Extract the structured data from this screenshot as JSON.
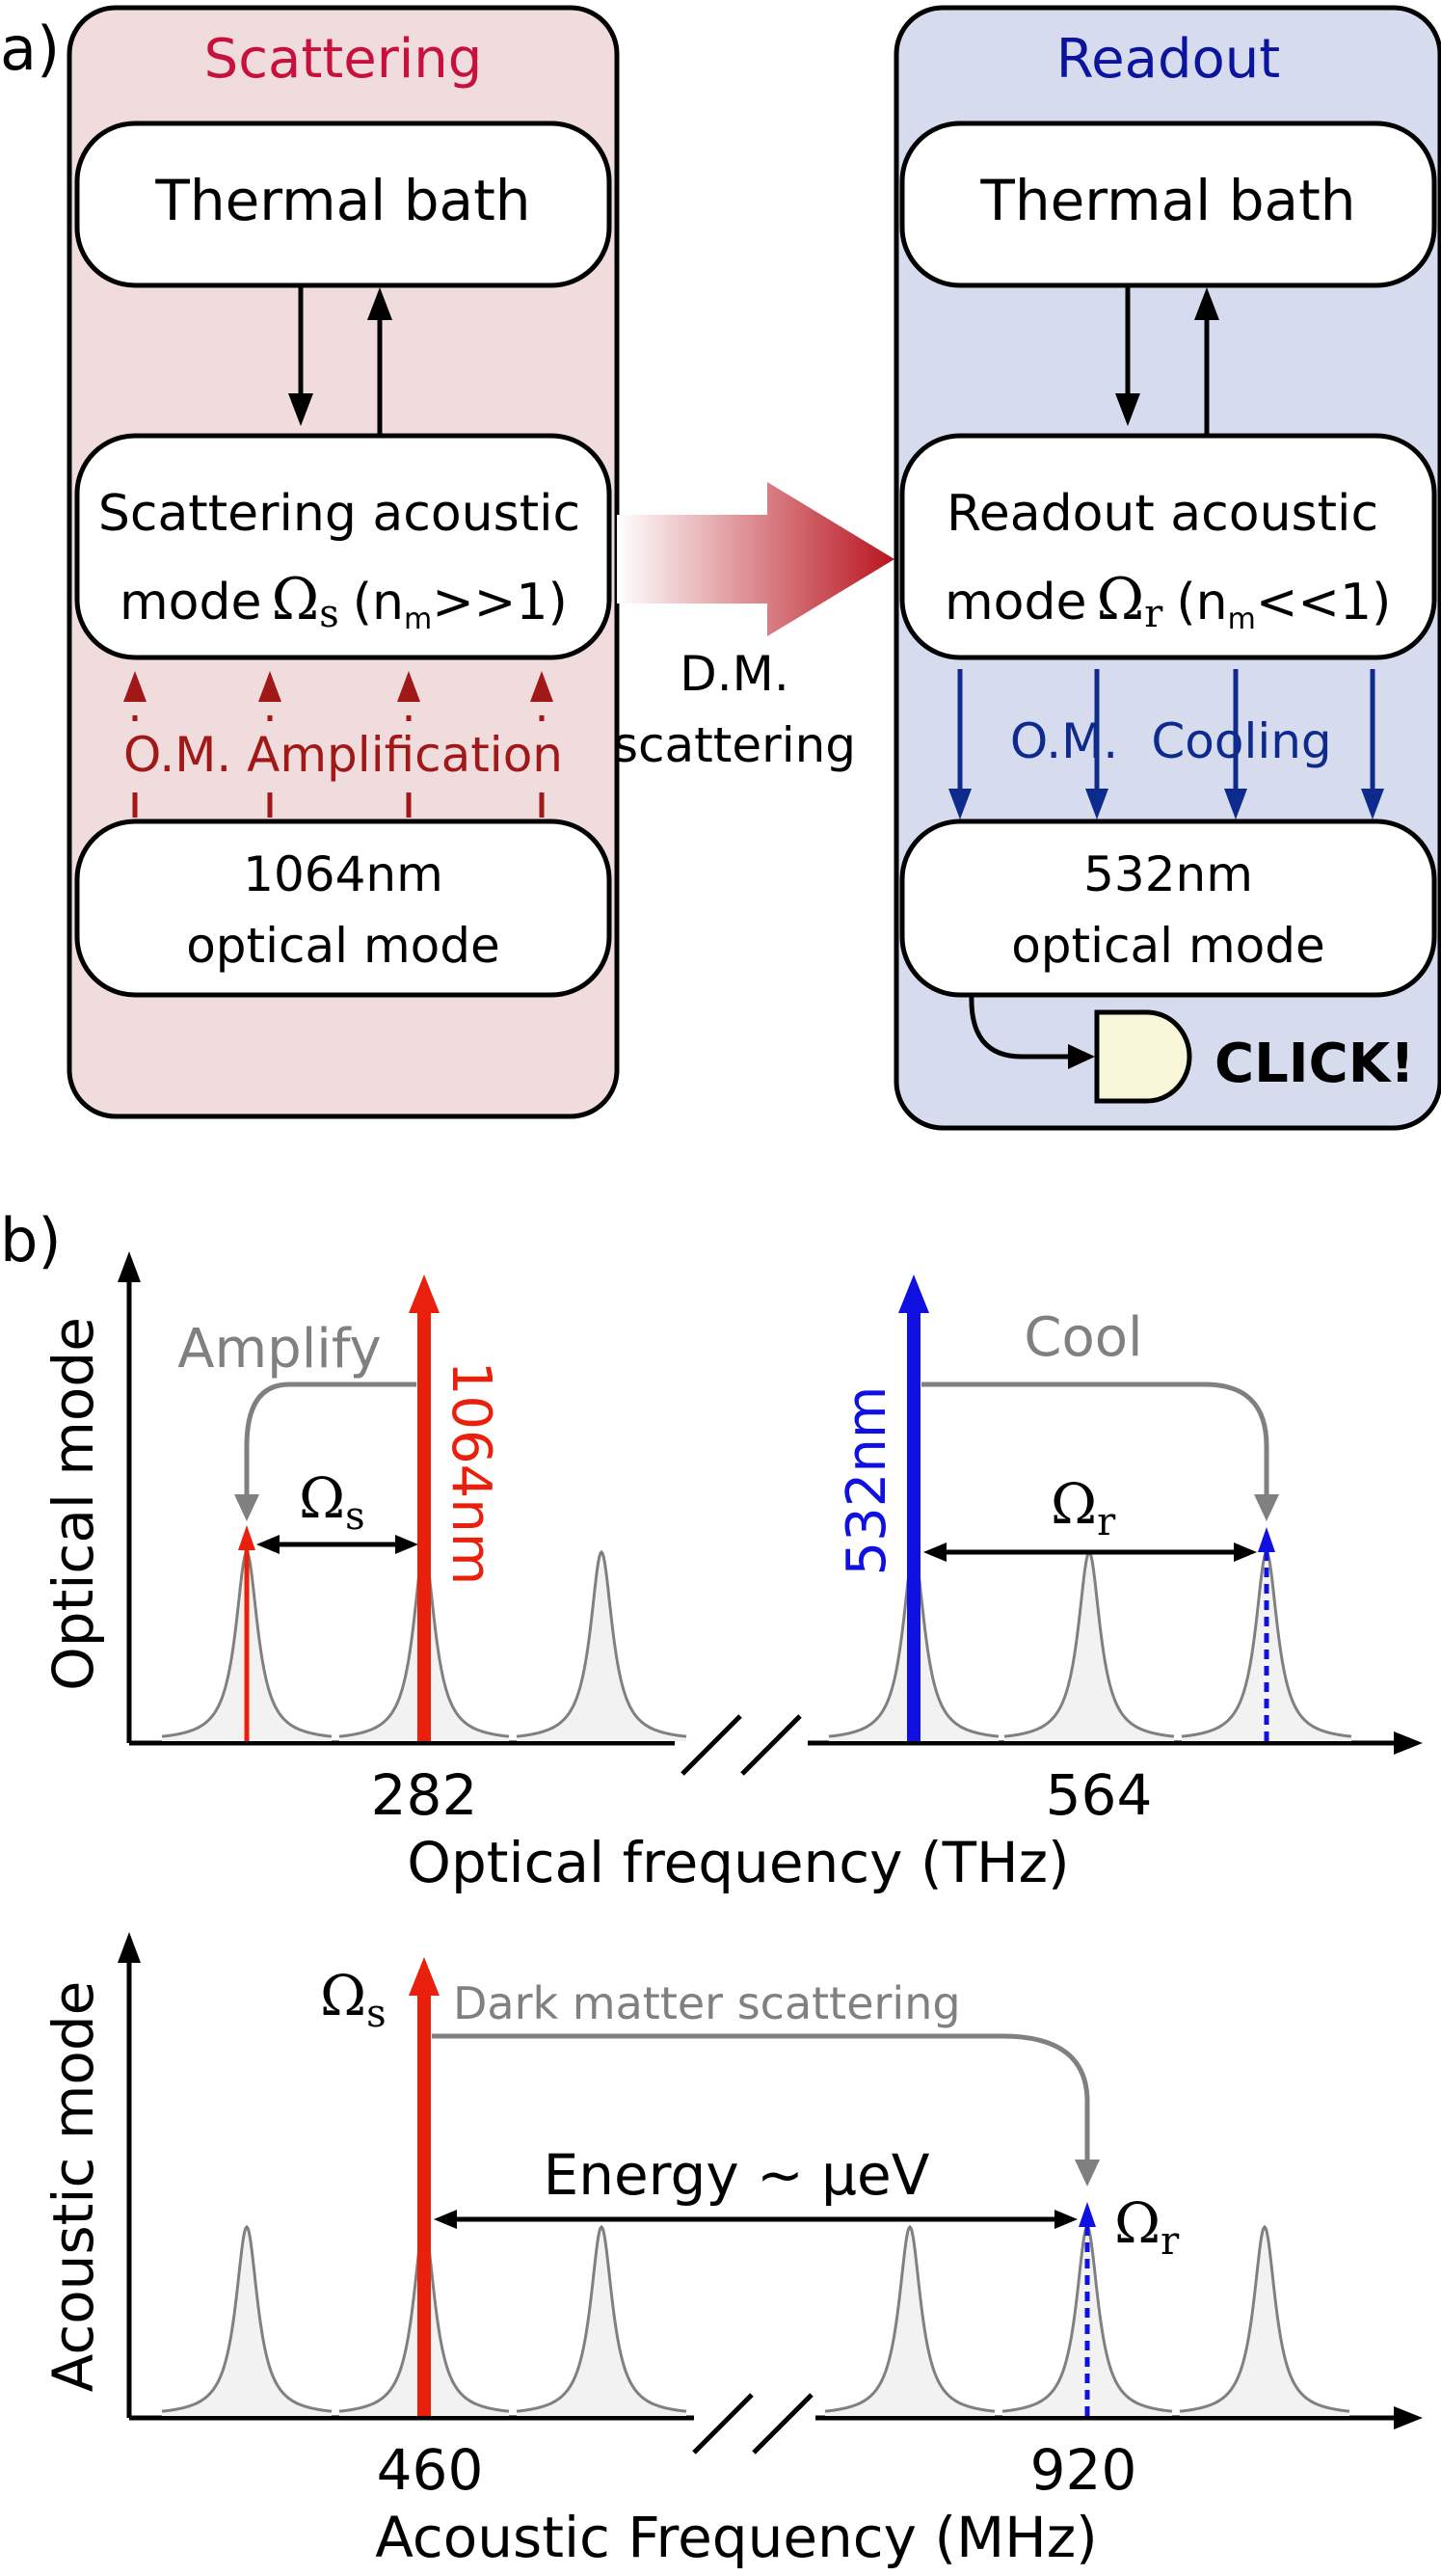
{
  "panel_a": {
    "label": "a)",
    "scattering": {
      "title": "Scattering",
      "thermal_bath": "Thermal bath",
      "acoustic_line1": "Scattering acoustic",
      "acoustic_line2_prefix": "mode",
      "omega": "Ω",
      "omega_sub": "s",
      "nm_open": "(n",
      "nm_sub": "m",
      "nm_close": ">>1)",
      "om_label": "O.M. Amplification",
      "optical_line1": "1064nm",
      "optical_line2": "optical mode"
    },
    "center": {
      "line1": "D.M.",
      "line2": "scattering"
    },
    "readout": {
      "title": "Readout",
      "thermal_bath": "Thermal bath",
      "acoustic_line1": "Readout acoustic",
      "acoustic_line2_prefix": "mode",
      "omega": "Ω",
      "omega_sub": "r",
      "nm_open": "(n",
      "nm_sub": "m",
      "nm_close": "<<1)",
      "om_label_1": "O.M.",
      "om_label_2": "Cooling",
      "optical_line1": "532nm",
      "optical_line2": "optical mode",
      "click": "CLICK!"
    }
  },
  "panel_b": {
    "label": "b)",
    "optical": {
      "ylabel": "Optical mode",
      "xlabel": "Optical frequency (THz)",
      "tick_1": "282",
      "tick_2": "564",
      "amplify": "Amplify",
      "cool": "Cool",
      "label_1064": "1064nm",
      "label_532": "532nm",
      "omega": "Ω",
      "omega_s_sub": "s",
      "omega_r_sub": "r"
    },
    "acoustic": {
      "ylabel": "Acoustic mode",
      "xlabel": "Acoustic Frequency (MHz)",
      "tick_1": "460",
      "tick_2": "920",
      "dm_label": "Dark matter scattering",
      "energy_label": "Energy ~ μeV",
      "omega": "Ω",
      "omega_s_sub": "s",
      "omega_r_sub": "r"
    }
  },
  "colors": {
    "scatter_bg": "#f0dcdc",
    "readout_bg": "#d6dcee",
    "scatter_title": "#c8103c",
    "readout_title": "#0a149c",
    "dark_red": "#a01818",
    "dark_blue": "#0e2a8c",
    "bright_red": "#e8200c",
    "bright_blue": "#1010e0",
    "gray": "#808080",
    "detector": "#f8f6d8"
  }
}
